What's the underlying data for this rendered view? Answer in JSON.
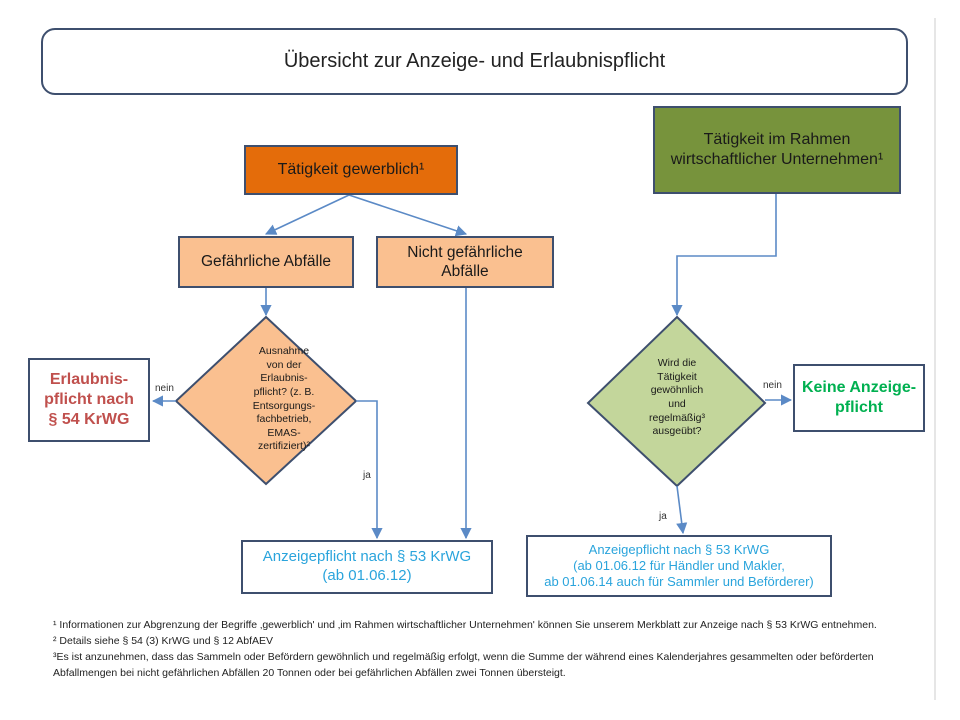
{
  "title": "Übersicht zur Anzeige- und Erlaubnispflicht",
  "nodes": {
    "gewerblich": "Tätigkeit gewerblich¹",
    "unternehmen": "Tätigkeit im Rahmen\nwirtschaftlicher Unternehmen¹",
    "gefaehrlich": "Gefährliche Abfälle",
    "nicht_gefaehrlich": "Nicht gefährliche\nAbfälle",
    "decision_left": "Ausnahme\nvon der\nErlaubnis-\npflicht? (z. B.\nEntsorgungs-\nfachbetrieb,\nEMAS-\nzertifiziert)²",
    "decision_right": "Wird die\nTätigkeit\ngewöhnlich\nund\nregelmäßig³\nausgeübt?",
    "erlaubnispflicht": "Erlaubnis-\npflicht nach\n§ 54 KrWG",
    "keine_anzeige": "Keine Anzeige-\npflicht",
    "anzeige_left": "Anzeigepflicht nach § 53 KrWG\n(ab 01.06.12)",
    "anzeige_right": "Anzeigepflicht nach § 53 KrWG\n(ab 01.06.12 für Händler und Makler,\nab 01.06.14 auch für Sammler und Beförderer)"
  },
  "edge_labels": {
    "left_nein": "nein",
    "left_ja": "ja",
    "right_nein": "nein",
    "right_ja": "ja"
  },
  "footnotes": [
    "¹ Informationen zur Abgrenzung der Begriffe ‚gewerblich' und ‚im Rahmen wirtschaftlicher Unternehmen' können Sie unserem Merkblatt zur Anzeige nach § 53 KrWG entnehmen.",
    "² Details siehe § 54 (3) KrWG und § 12 AbfAEV",
    "³Es ist anzunehmen, dass das Sammeln oder Befördern gewöhnlich und regelmäßig erfolgt, wenn die Summe der während eines Kalenderjahres gesammelten oder beförderten Abfallmengen bei nicht gefährlichen Abfällen 20 Tonnen oder bei gefährlichen Abfällen zwei Tonnen übersteigt."
  ],
  "colors": {
    "orange": "#e46c0a",
    "light_orange": "#fac090",
    "green": "#77933c",
    "light_green": "#c3d69b",
    "red_text": "#c0504d",
    "green_text": "#00b050",
    "blue_text": "#2aa4dc",
    "connector": "#5b8ac6",
    "border": "#3e4f6e"
  }
}
